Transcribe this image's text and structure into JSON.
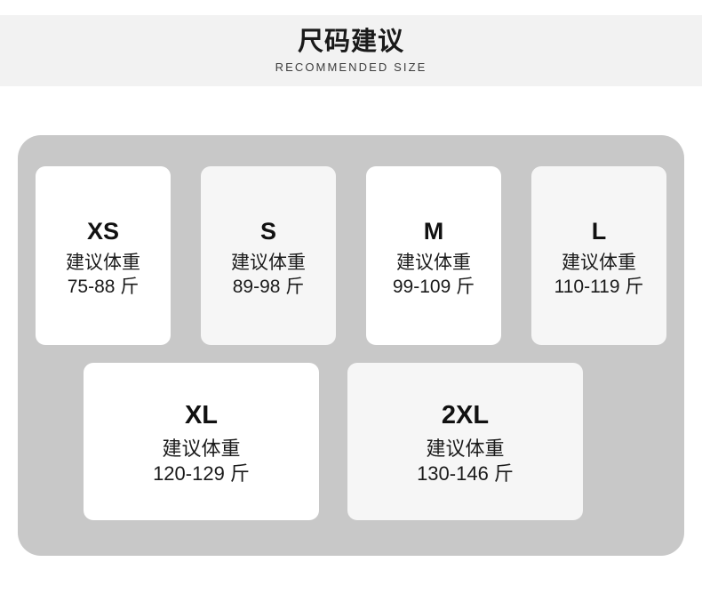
{
  "header": {
    "title_cn": "尺码建议",
    "title_en": "RECOMMENDED SIZE",
    "band_color": "#f2f2f2"
  },
  "panel": {
    "background_color": "#c8c8c8"
  },
  "colors": {
    "card_white": "#ffffff",
    "card_tint": "#f6f6f6",
    "text": "#1a1a1a"
  },
  "size_chart": {
    "weight_caption": "建议体重",
    "unit": "斤",
    "rows": [
      {
        "cards": [
          {
            "size": "XS",
            "caption": "建议体重",
            "range": "75-88 斤",
            "min": 75,
            "max": 88,
            "style": "card_white"
          },
          {
            "size": "S",
            "caption": "建议体重",
            "range": "89-98 斤",
            "min": 89,
            "max": 98,
            "style": "card_tint"
          },
          {
            "size": "M",
            "caption": "建议体重",
            "range": "99-109 斤",
            "min": 99,
            "max": 109,
            "style": "card_white"
          },
          {
            "size": "L",
            "caption": "建议体重",
            "range": "110-119 斤",
            "min": 110,
            "max": 119,
            "style": "card_tint"
          }
        ]
      },
      {
        "cards": [
          {
            "size": "XL",
            "caption": "建议体重",
            "range": "120-129 斤",
            "min": 120,
            "max": 129,
            "style": "card_white"
          },
          {
            "size": "2XL",
            "caption": "建议体重",
            "range": "130-146 斤",
            "min": 130,
            "max": 146,
            "style": "card_tint"
          }
        ]
      }
    ]
  }
}
